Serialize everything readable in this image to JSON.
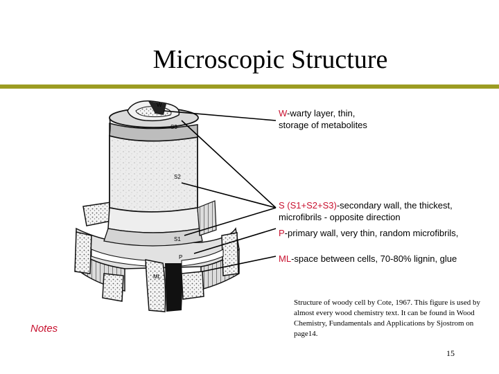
{
  "title": "Microscopic Structure",
  "annotations": [
    {
      "id": "w",
      "key": "W",
      "line1": "-warty layer, thin,",
      "line2": "storage of metabolites"
    },
    {
      "id": "s",
      "key": "S (S1+S2+S3)",
      "line1": "-secondary wall, the thickest,",
      "line2": "microfibrils - opposite direction"
    },
    {
      "id": "p",
      "key": "P",
      "line1": "-primary wall, very thin, random microfibrils,",
      "line2": ""
    },
    {
      "id": "ml",
      "key": "ML",
      "line1": "-space between cells, 70-80% lignin, glue",
      "line2": ""
    }
  ],
  "figure_labels": {
    "w": "W",
    "s3": "S3",
    "s2": "S2",
    "s1": "S1",
    "p": "P",
    "ml": "ML"
  },
  "caption": "Structure of woody cell by Cote, 1967.  This figure is used by almost every wood chemistry text.  It can be found in Wood Chemistry, Fundamentals and Applications by  Sjostrom on page14.",
  "notes_label": "Notes",
  "page_number": "15",
  "colors": {
    "rule": "#9c9c22",
    "accent": "#c8102e"
  }
}
